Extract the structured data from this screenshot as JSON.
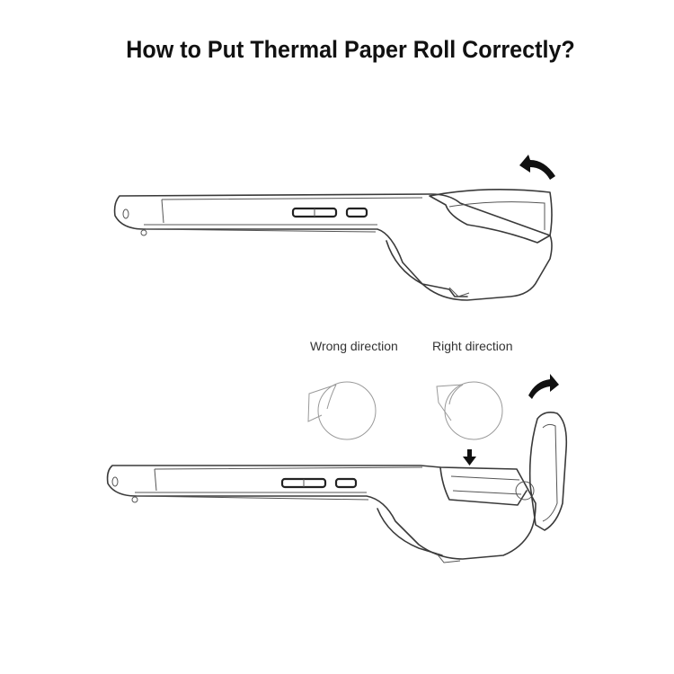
{
  "title": "How to Put Thermal Paper Roll Correctly?",
  "labels": {
    "wrong": "Wrong direction",
    "right": "Right direction"
  },
  "icons": {
    "open_arrow": "curved-arrow-left",
    "close_arrow": "curved-arrow-right",
    "insert_arrow": "down-arrow"
  },
  "colors": {
    "line": "#3a3a3a",
    "roll": "#9a9a9a",
    "arrow": "#111111"
  }
}
